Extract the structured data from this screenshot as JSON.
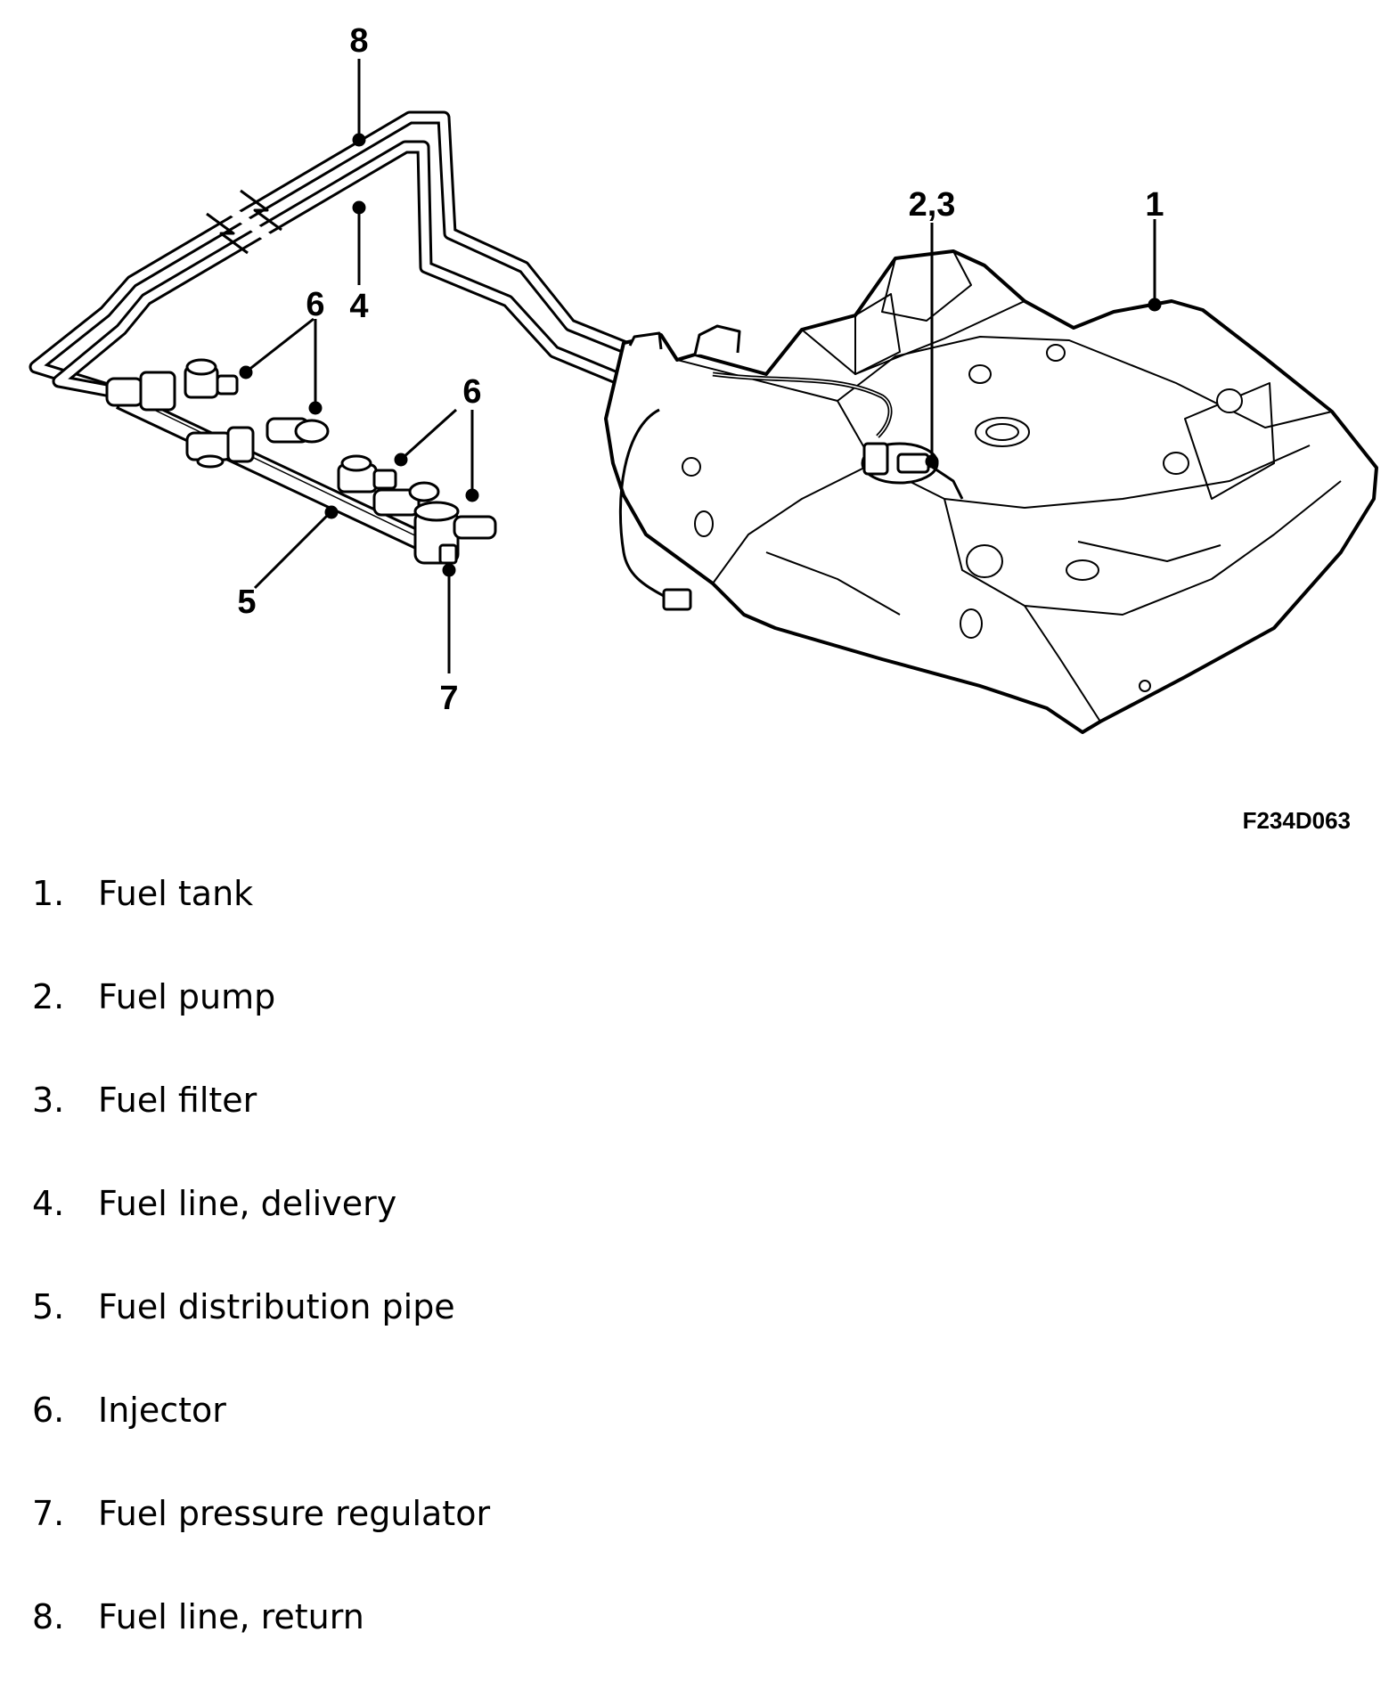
{
  "figure": {
    "code": "F234D063",
    "callouts": {
      "c1": "1",
      "c23": "2,3",
      "c4": "4",
      "c5": "5",
      "c6a": "6",
      "c6b": "6",
      "c7": "7",
      "c8": "8"
    }
  },
  "legend": [
    {
      "num": "1.",
      "label": "Fuel tank"
    },
    {
      "num": "2.",
      "label": "Fuel pump"
    },
    {
      "num": "3.",
      "label": "Fuel filter"
    },
    {
      "num": "4.",
      "label": "Fuel line, delivery"
    },
    {
      "num": "5.",
      "label": "Fuel distribution pipe"
    },
    {
      "num": "6.",
      "label": "Injector"
    },
    {
      "num": "7.",
      "label": "Fuel pressure regulator"
    },
    {
      "num": "8.",
      "label": "Fuel line, return"
    }
  ]
}
